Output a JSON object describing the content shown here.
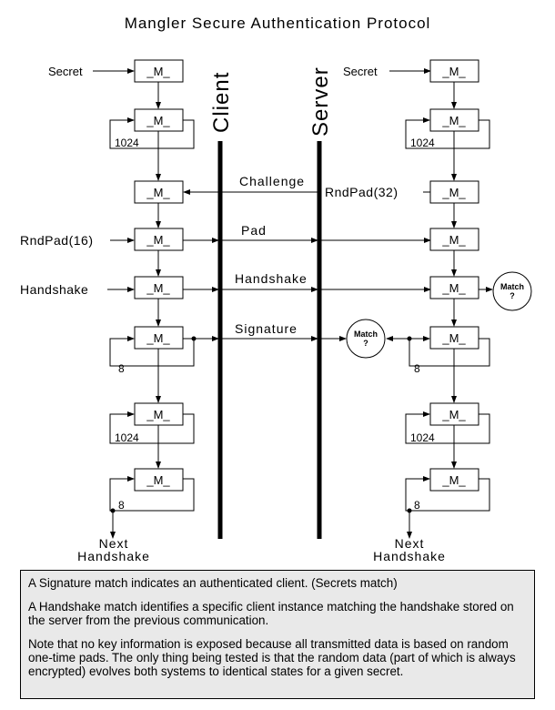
{
  "title": "Mangler Secure Authentication Protocol",
  "box_label": "_M_",
  "columns": {
    "client": "Client",
    "server": "Server"
  },
  "client_inputs": {
    "secret": "Secret",
    "rndpad": "RndPad(16)",
    "handshake": "Handshake"
  },
  "server_inputs": {
    "secret": "Secret",
    "rndpad": "RndPad(32)"
  },
  "messages": {
    "challenge": "Challenge",
    "pad": "Pad",
    "handshake": "Handshake",
    "signature": "Signature"
  },
  "loop_counts": {
    "first": "1024",
    "signature": "8",
    "post_1024": "1024",
    "post_8": "8"
  },
  "match": {
    "line1": "Match",
    "line2": "?"
  },
  "next_handshake": {
    "line1": "Next",
    "line2": "Handshake"
  },
  "notes": [
    "A Signature match indicates an authenticated client. (Secrets match)",
    "A Handshake match identifies a specific client instance matching the handshake stored on the server from the previous communication.",
    "Note that no key information is exposed because all transmitted data is based on random one-time pads. The only thing being tested is that the random data (part of which is always encrypted) evolves both systems to identical states for a given secret."
  ]
}
